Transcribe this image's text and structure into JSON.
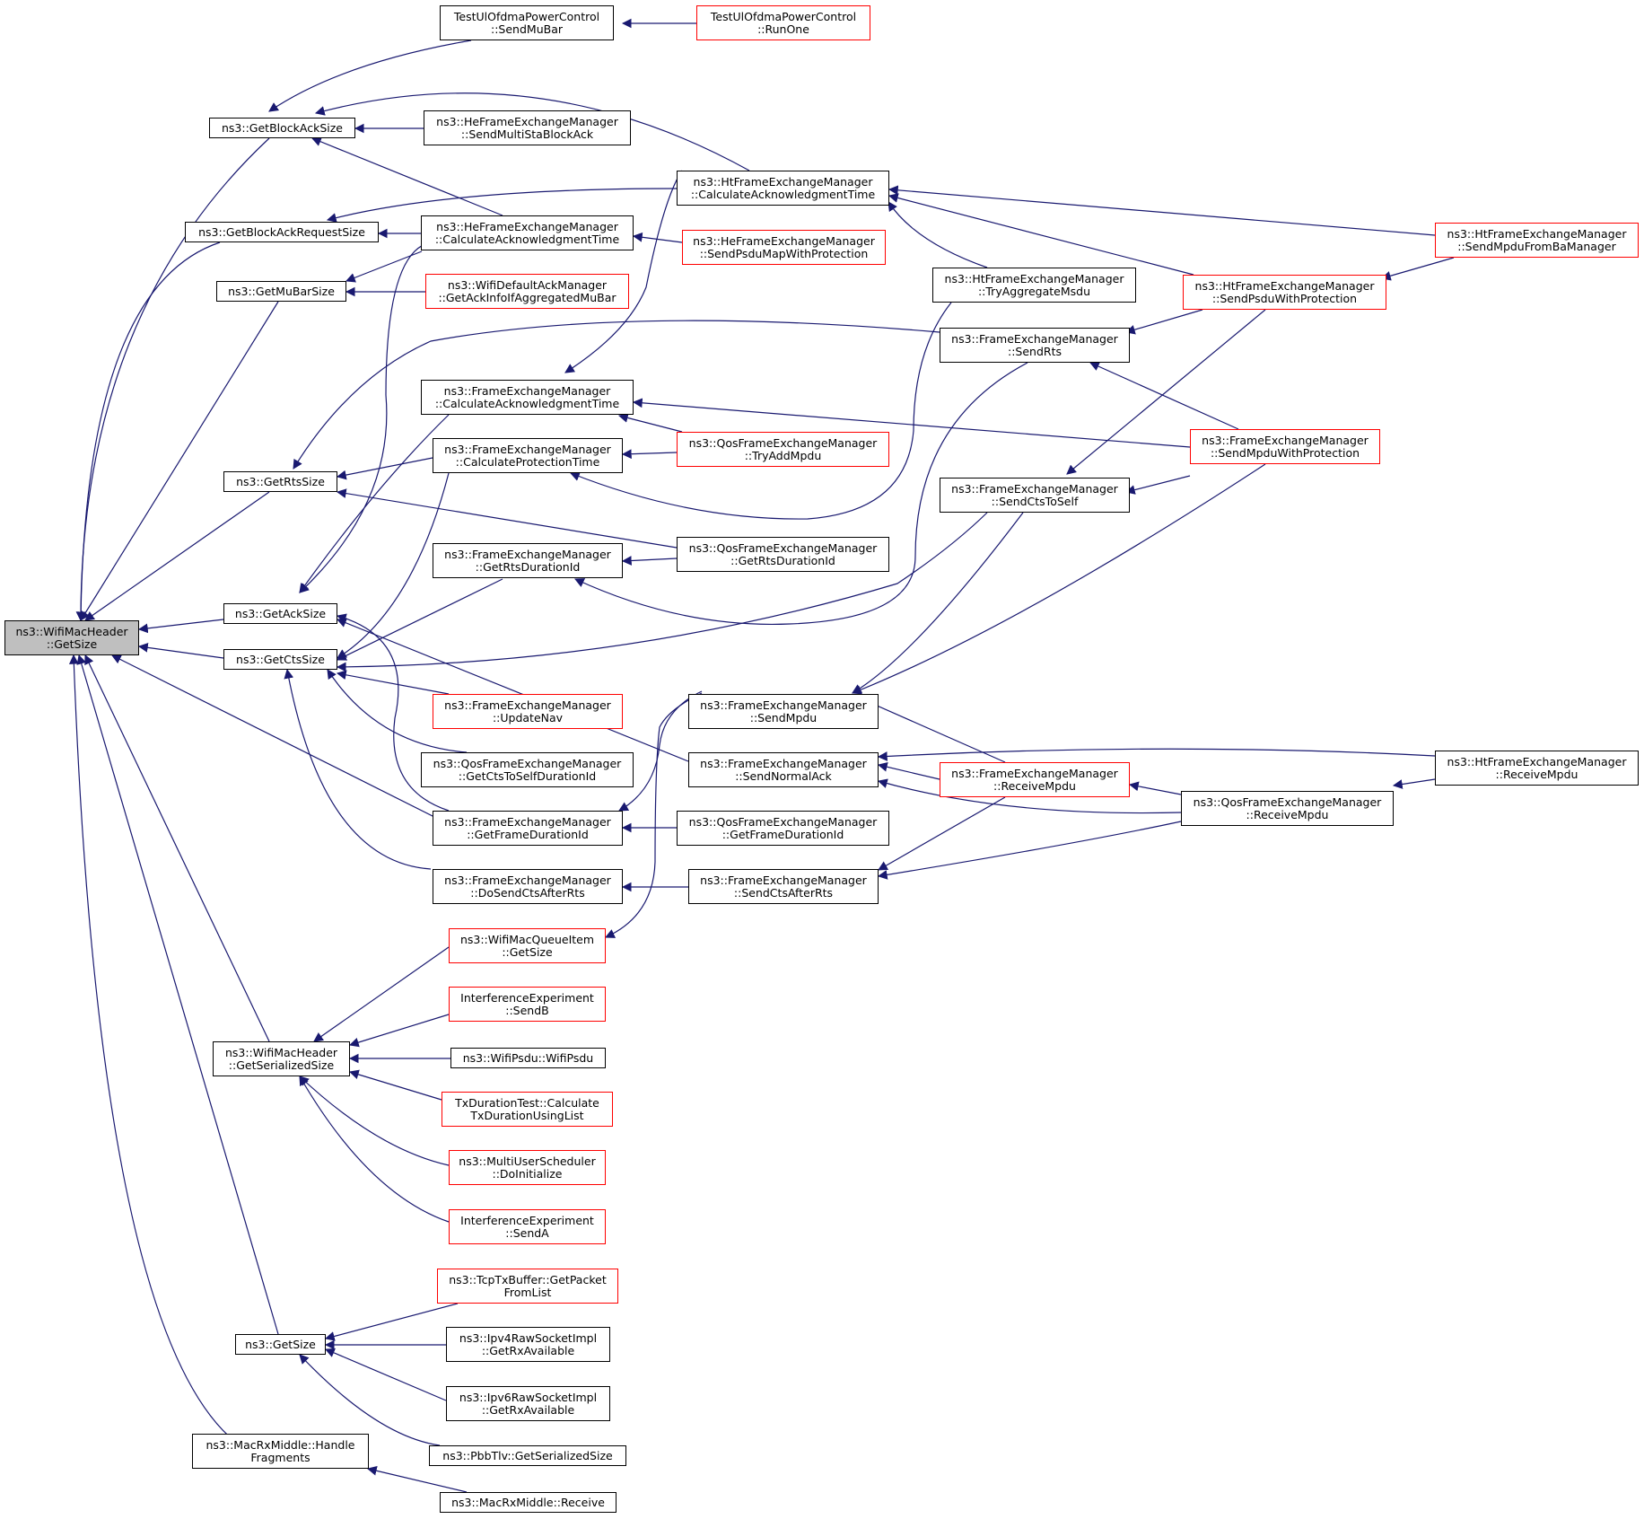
{
  "colors": {
    "edge": "#191970",
    "node_border": "#000000",
    "truncated_border": "#ff0000",
    "root_fill": "#bfbfbf"
  },
  "nodes": {
    "root": {
      "l1": "ns3::WifiMacHeader",
      "l2": "::GetSize"
    },
    "getBlockAckSize": {
      "l1": "ns3::GetBlockAckSize"
    },
    "getBlockAckRequestSize": {
      "l1": "ns3::GetBlockAckRequestSize"
    },
    "getMuBarSize": {
      "l1": "ns3::GetMuBarSize"
    },
    "getRtsSize": {
      "l1": "ns3::GetRtsSize"
    },
    "getAckSize": {
      "l1": "ns3::GetAckSize"
    },
    "getCtsSize": {
      "l1": "ns3::GetCtsSize"
    },
    "getSerializedSize": {
      "l1": "ns3::WifiMacHeader",
      "l2": "::GetSerializedSize"
    },
    "nsGetSize": {
      "l1": "ns3::GetSize"
    },
    "handleFragments": {
      "l1": "ns3::MacRxMiddle::Handle",
      "l2": "Fragments"
    },
    "testSendMuBar": {
      "l1": "TestUlOfdmaPowerControl",
      "l2": "::SendMuBar"
    },
    "testRunOne": {
      "l1": "TestUlOfdmaPowerControl",
      "l2": "::RunOne"
    },
    "heSendMultiStaBlockAck": {
      "l1": "ns3::HeFrameExchangeManager",
      "l2": "::SendMultiStaBlockAck"
    },
    "htCalcAckTime": {
      "l1": "ns3::HtFrameExchangeManager",
      "l2": "::CalculateAcknowledgmentTime"
    },
    "heCalcAckTime": {
      "l1": "ns3::HeFrameExchangeManager",
      "l2": "::CalculateAcknowledgmentTime"
    },
    "heSendPsduMap": {
      "l1": "ns3::HeFrameExchangeManager",
      "l2": "::SendPsduMapWithProtection"
    },
    "wifiDefaultAck": {
      "l1": "ns3::WifiDefaultAckManager",
      "l2": "::GetAckInfoIfAggregatedMuBar"
    },
    "htSendMpduFromBa": {
      "l1": "ns3::HtFrameExchangeManager",
      "l2": "::SendMpduFromBaManager"
    },
    "htTryAggregateMsdu": {
      "l1": "ns3::HtFrameExchangeManager",
      "l2": "::TryAggregateMsdu"
    },
    "htSendPsduWithProt": {
      "l1": "ns3::HtFrameExchangeManager",
      "l2": "::SendPsduWithProtection"
    },
    "feSendRts": {
      "l1": "ns3::FrameExchangeManager",
      "l2": "::SendRts"
    },
    "feCalcAckTime": {
      "l1": "ns3::FrameExchangeManager",
      "l2": "::CalculateAcknowledgmentTime"
    },
    "feCalcProtTime": {
      "l1": "ns3::FrameExchangeManager",
      "l2": "::CalculateProtectionTime"
    },
    "qosTryAddMpdu": {
      "l1": "ns3::QosFrameExchangeManager",
      "l2": "::TryAddMpdu"
    },
    "feSendMpduWithProt": {
      "l1": "ns3::FrameExchangeManager",
      "l2": "::SendMpduWithProtection"
    },
    "feSendCtsToSelf": {
      "l1": "ns3::FrameExchangeManager",
      "l2": "::SendCtsToSelf"
    },
    "feGetRtsDurId": {
      "l1": "ns3::FrameExchangeManager",
      "l2": "::GetRtsDurationId"
    },
    "qosGetRtsDurId": {
      "l1": "ns3::QosFrameExchangeManager",
      "l2": "::GetRtsDurationId"
    },
    "feSendMpdu": {
      "l1": "ns3::FrameExchangeManager",
      "l2": "::SendMpdu"
    },
    "feUpdateNav": {
      "l1": "ns3::FrameExchangeManager",
      "l2": "::UpdateNav"
    },
    "feSendNormalAck": {
      "l1": "ns3::FrameExchangeManager",
      "l2": "::SendNormalAck"
    },
    "feReceiveMpdu": {
      "l1": "ns3::FrameExchangeManager",
      "l2": "::ReceiveMpdu"
    },
    "htReceiveMpdu": {
      "l1": "ns3::HtFrameExchangeManager",
      "l2": "::ReceiveMpdu"
    },
    "qosGetCtsToSelfDurId": {
      "l1": "ns3::QosFrameExchangeManager",
      "l2": "::GetCtsToSelfDurationId"
    },
    "qosReceiveMpdu": {
      "l1": "ns3::QosFrameExchangeManager",
      "l2": "::ReceiveMpdu"
    },
    "feGetFrameDurId": {
      "l1": "ns3::FrameExchangeManager",
      "l2": "::GetFrameDurationId"
    },
    "qosGetFrameDurId": {
      "l1": "ns3::QosFrameExchangeManager",
      "l2": "::GetFrameDurationId"
    },
    "feDoSendCtsAfterRts": {
      "l1": "ns3::FrameExchangeManager",
      "l2": "::DoSendCtsAfterRts"
    },
    "feSendCtsAfterRts": {
      "l1": "ns3::FrameExchangeManager",
      "l2": "::SendCtsAfterRts"
    },
    "wifiMacQueueItem": {
      "l1": "ns3::WifiMacQueueItem",
      "l2": "::GetSize"
    },
    "interfSendB": {
      "l1": "InterferenceExperiment",
      "l2": "::SendB"
    },
    "wifiPsdu": {
      "l1": "ns3::WifiPsdu::WifiPsdu"
    },
    "txDurationTest": {
      "l1": "TxDurationTest::Calculate",
      "l2": "TxDurationUsingList"
    },
    "multiUserSched": {
      "l1": "ns3::MultiUserScheduler",
      "l2": "::DoInitialize"
    },
    "interfSendA": {
      "l1": "InterferenceExperiment",
      "l2": "::SendA"
    },
    "tcpTxBuffer": {
      "l1": "ns3::TcpTxBuffer::GetPacket",
      "l2": "FromList"
    },
    "ipv4Raw": {
      "l1": "ns3::Ipv4RawSocketImpl",
      "l2": "::GetRxAvailable"
    },
    "ipv6Raw": {
      "l1": "ns3::Ipv6RawSocketImpl",
      "l2": "::GetRxAvailable"
    },
    "pbbTlv": {
      "l1": "ns3::PbbTlv::GetSerializedSize"
    },
    "macRxReceive": {
      "l1": "ns3::MacRxMiddle::Receive"
    }
  }
}
